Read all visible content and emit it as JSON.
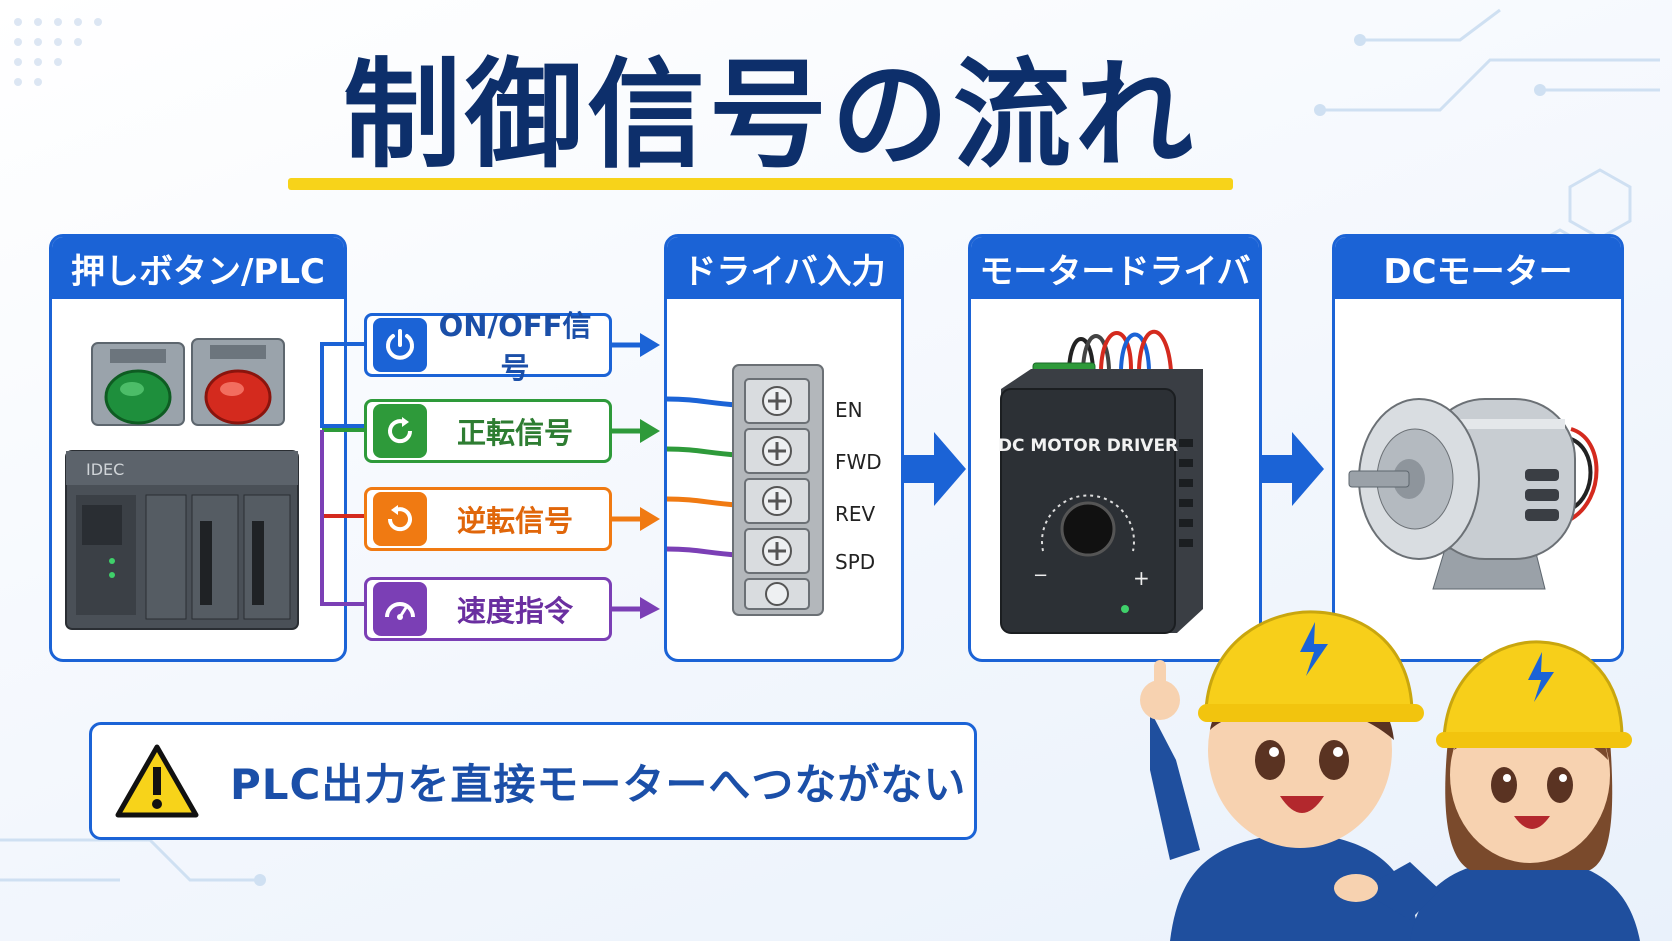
{
  "title": "制御信号の流れ",
  "cards": {
    "plc": "押しボタン/PLC",
    "driver_input": "ドライバ入力",
    "motor_driver": "モータードライバ",
    "dc_motor": "DCモーター"
  },
  "signals": [
    {
      "label": "ON/OFF信号",
      "color": "#1b63d6",
      "icon": "power-icon"
    },
    {
      "label": "正転信号",
      "color": "#2e9a3a",
      "icon": "rotate-cw-icon"
    },
    {
      "label": "逆転信号",
      "color": "#f07a12",
      "icon": "rotate-ccw-icon"
    },
    {
      "label": "速度指令",
      "color": "#7b3fb5",
      "icon": "gauge-icon"
    }
  ],
  "terminals": [
    "EN",
    "FWD",
    "REV",
    "SPD"
  ],
  "driver_label": "DC MOTOR DRIVER",
  "knob": {
    "minus": "−",
    "plus": "+"
  },
  "plc_brand": "IDEC",
  "warning": "PLC出力を直接モーターへつながない",
  "colors": {
    "accent": "#1b63d6",
    "title": "#0d2f6b",
    "underline": "#f7d31a"
  }
}
